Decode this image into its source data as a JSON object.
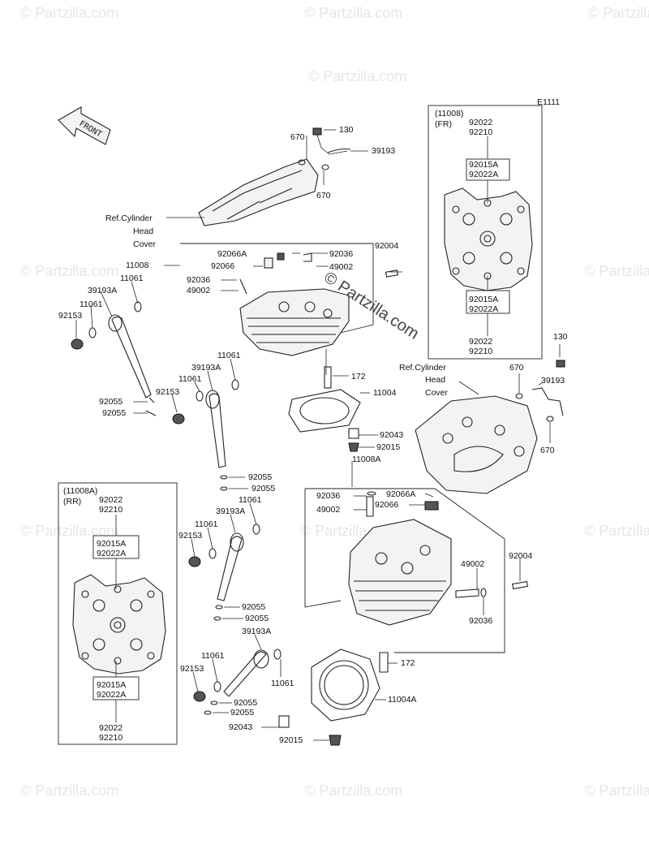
{
  "diagram_code": "E1111",
  "watermarks": [
    "© Partzilla.com",
    "© Partzilla.com",
    "© Partzilla.com",
    "© Partzilla.com",
    "© Partzilla.com",
    "© Partzilla.com",
    "© Partzilla.com",
    "© Partzilla.com",
    "© Partzilla.com",
    "© Partzilla.com",
    "© Partzilla.com",
    "© Partzilla.com"
  ],
  "center_watermark": "© Partzilla.com",
  "front_arrow": "FRONT",
  "ref_cover_front": [
    "Ref.Cylinder",
    "Head",
    "Cover"
  ],
  "ref_cover_rear": [
    "Ref.Cylinder",
    "Head",
    "Cover"
  ],
  "front_inset": {
    "title": [
      "(11008)",
      "(FR)"
    ],
    "top": [
      "92022",
      "92210"
    ],
    "upper": [
      "92015A",
      "92022A"
    ],
    "lower": [
      "92015A",
      "92022A"
    ],
    "bottom": [
      "92022",
      "92210"
    ]
  },
  "rear_inset": {
    "title": [
      "(11008A)",
      "(RR)"
    ],
    "top": [
      "92022",
      "92210"
    ],
    "upper": [
      "92015A",
      "92022A"
    ],
    "lower": [
      "92015A",
      "92022A"
    ],
    "bottom": [
      "92022",
      "92210"
    ]
  },
  "labels": {
    "l_670_a": "670",
    "l_130_a": "130",
    "l_39193_a": "39193",
    "l_670_b": "670",
    "l_11008": "11008",
    "l_92066a_a": "92066A",
    "l_92036_a": "92036",
    "l_92004_a": "92004",
    "l_92066_a": "92066",
    "l_49002_a": "49002",
    "l_92036_b": "92036",
    "l_49002_b": "49002",
    "l_11061_a": "11061",
    "l_39193a_a": "39193A",
    "l_11061_b": "11061",
    "l_92153_a": "92153",
    "l_11061_c": "11061",
    "l_39193a_b": "39193A",
    "l_172_a": "172",
    "l_11061_d": "11061",
    "l_92153_b": "92153",
    "l_11004": "11004",
    "l_92055_a": "92055",
    "l_92055_b": "92055",
    "l_92043_a": "92043",
    "l_92015_a": "92015",
    "l_11008a": "11008A",
    "l_92055_c": "92055",
    "l_92055_d": "92055",
    "l_92036_c": "92036",
    "l_92066a_b": "92066A",
    "l_49002_c": "49002",
    "l_92066_b": "92066",
    "l_11061_e": "11061",
    "l_39193a_c": "39193A",
    "l_11061_f": "11061",
    "l_92153_c": "92153",
    "l_49002_d": "49002",
    "l_92004_b": "92004",
    "l_92036_d": "92036",
    "l_92055_e": "92055",
    "l_92055_f": "92055",
    "l_39193a_d": "39193A",
    "l_11061_g": "11061",
    "l_92153_d": "92153",
    "l_172_b": "172",
    "l_11061_h": "11061",
    "l_92055_g": "92055",
    "l_11004a": "11004A",
    "l_92055_h": "92055",
    "l_92043_b": "92043",
    "l_92015_b": "92015",
    "l_130_b": "130",
    "l_670_c": "670",
    "l_39193_b": "39193",
    "l_670_d": "670"
  }
}
